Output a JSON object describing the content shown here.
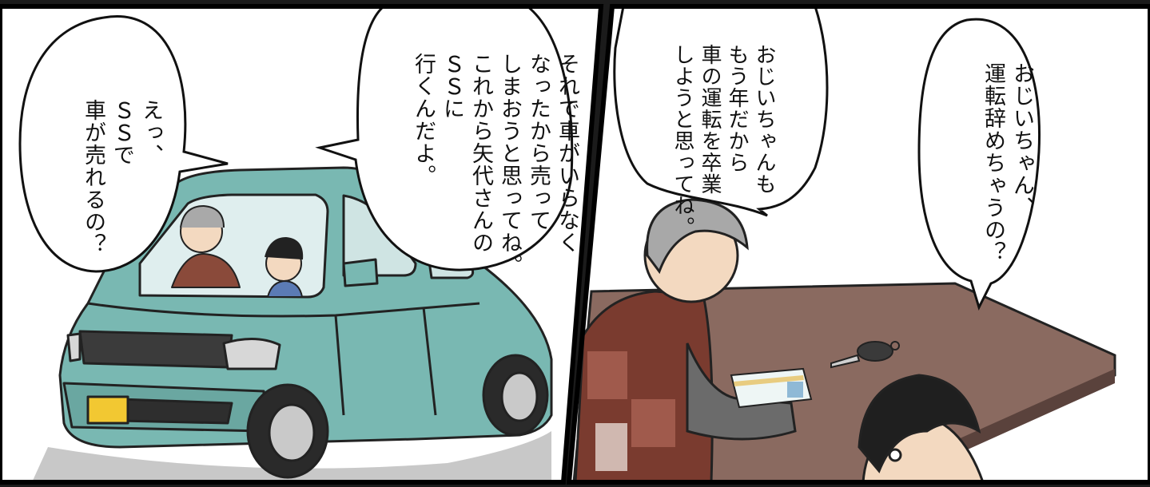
{
  "panels": [
    {
      "bubbles": [
        {
          "lines": [
            "えっ、",
            "ＳＳで",
            "車が売れるの？"
          ]
        },
        {
          "lines": [
            "それで車がいらなく",
            "なったから売って",
            "しまおうと思ってね。",
            "これから矢代さんの",
            "ＳＳに",
            "行くんだよ。"
          ]
        }
      ]
    },
    {
      "bubbles": [
        {
          "lines": [
            "おじいちゃんも",
            "もう年だから",
            "車の運転を卒業",
            "しようと思ってね。"
          ]
        },
        {
          "lines": [
            "おじいちゃん、",
            "運転辞めちゃうの？"
          ]
        }
      ]
    }
  ],
  "colors": {
    "car_body": "#79b8b2",
    "table": "#8a6a60",
    "license_plate": "#f2c832"
  }
}
